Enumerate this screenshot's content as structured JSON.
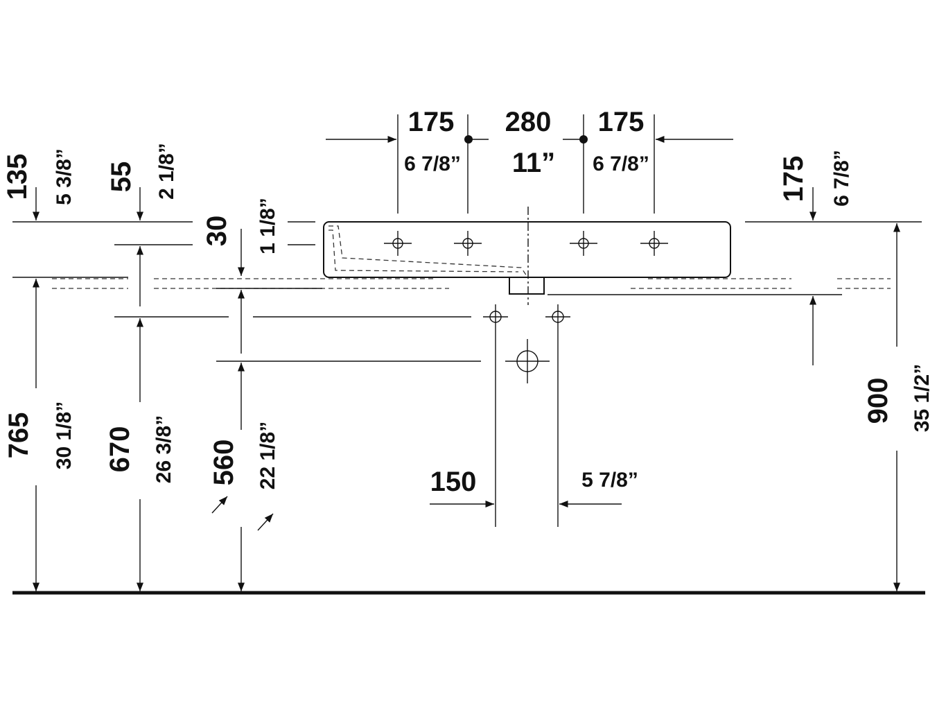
{
  "dimensions": {
    "top_left_175": "175",
    "top_mid_280": "280",
    "top_right_175": "175",
    "top_left_inch": "6 7/8”",
    "top_mid_inch": "11”",
    "top_right_inch": "6 7/8”",
    "left_135": "135",
    "left_135_inch": "5 3/8”",
    "left_55": "55",
    "left_55_inch": "2 1/8”",
    "left_30": "30",
    "left_30_inch": "1 1/8”",
    "right_175": "175",
    "right_175_inch": "6 7/8”",
    "h_765": "765",
    "h_765_inch": "30 1/8”",
    "h_670": "670",
    "h_670_inch": "26 3/8”",
    "h_560": "560",
    "h_560_inch": "22 1/8”",
    "h_900": "900",
    "h_900_inch": "35 1/2”",
    "w_150": "150",
    "w_150_inch": "5 7/8”"
  }
}
